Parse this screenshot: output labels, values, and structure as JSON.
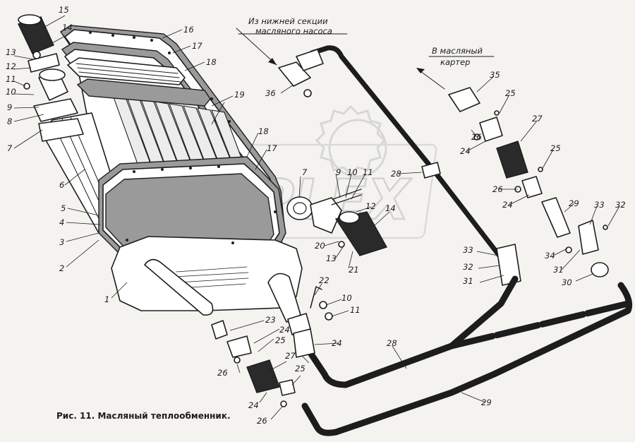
{
  "figure": {
    "caption": "Рис. 11. Масляный теплообменник.",
    "annotations": [
      {
        "lines": [
          "Из нижней секции",
          "масляного насоса"
        ]
      },
      {
        "lines": [
          "В масляный",
          "картер"
        ]
      }
    ],
    "watermark": "PLEX",
    "part_labels": [
      "1",
      "2",
      "3",
      "4",
      "5",
      "6",
      "7",
      "8",
      "9",
      "10",
      "11",
      "12",
      "13",
      "14",
      "15",
      "16",
      "17",
      "18",
      "19",
      "7",
      "18",
      "17",
      "9",
      "10",
      "11",
      "12",
      "14",
      "13",
      "20",
      "21",
      "22",
      "10",
      "11",
      "23",
      "24",
      "25",
      "24",
      "26",
      "27",
      "24",
      "25",
      "26",
      "28",
      "28",
      "29",
      "33",
      "32",
      "31",
      "35",
      "25",
      "26",
      "24",
      "27",
      "25",
      "26",
      "24",
      "29",
      "33",
      "32",
      "34",
      "31",
      "30",
      "36"
    ]
  }
}
